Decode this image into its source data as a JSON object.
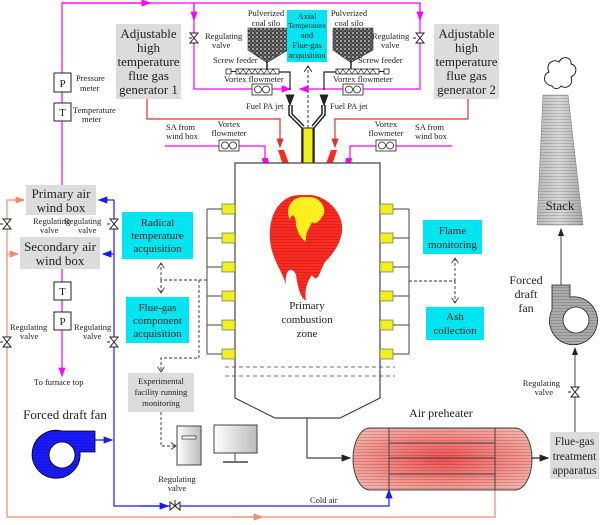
{
  "colors": {
    "primary_air_line": "#ff00ff",
    "cold_air_line": "#1a1aff",
    "hot_flue_line": "#f08c70",
    "generator_line": "#e03030",
    "acquisition_box": "#00e5f0",
    "equipment_box": "#dcdcdc",
    "burner_yellow": "#f0f020",
    "flame_red": "#ff2a20",
    "flame_yellow": "#ffee20"
  },
  "generators": {
    "gen1": [
      "Adjustable",
      "high",
      "temperature",
      "flue gas",
      "generator 1"
    ],
    "gen2": [
      "Adjustable",
      "high",
      "temperature",
      "flue gas",
      "generator 2"
    ]
  },
  "meters": {
    "pressure_symbol": "P",
    "temperature_symbol": "T",
    "pressure_label": [
      "Pressure",
      "meter"
    ],
    "temperature_label": [
      "Temperature",
      "meter"
    ]
  },
  "fuel": {
    "silo_label": [
      "Pulverized",
      "coal silo"
    ],
    "screw_feeder": "Screw feeder",
    "vortex_flowmeter": "Vortex flowmeter",
    "vortex_flowmeter_split": [
      "Vortex",
      "flowmeter"
    ],
    "fuel_pa_jet": "Fuel PA jet",
    "sa_from_wind_box": [
      "SA from",
      "wind box"
    ],
    "regulating_valve": [
      "Regulating",
      "valve"
    ]
  },
  "acquisition": {
    "axial": [
      "Axial",
      "Temperature",
      "and",
      "Flue-gas",
      "acquisition"
    ],
    "radical": [
      "Radical",
      "temperature",
      "acquisition"
    ],
    "flue_gas_component": [
      "Flue-gas",
      "component",
      "acquisition"
    ],
    "flame_monitoring": [
      "Flame",
      "monitoring"
    ],
    "ash_collection": [
      "Ash",
      "collection"
    ]
  },
  "wind_boxes": {
    "primary": [
      "Primary air",
      "wind box"
    ],
    "secondary": [
      "Secondary air",
      "wind box"
    ],
    "to_furnace_top": "To furnace top"
  },
  "furnace": {
    "zone_label": [
      "Primary",
      "combustion",
      "zone"
    ]
  },
  "monitoring": {
    "label": [
      "Experimental",
      "facility running",
      "monitoring"
    ]
  },
  "fan_left": {
    "label": "Forced draft fan"
  },
  "fan_right": {
    "label": [
      "Forced",
      "draft",
      "fan"
    ]
  },
  "preheater": {
    "label": "Air preheater",
    "cold_air": "Cold air"
  },
  "treatment": {
    "label": [
      "Flue-gas",
      "treatment",
      "apparatus"
    ]
  },
  "stack": {
    "label": "Stack"
  }
}
